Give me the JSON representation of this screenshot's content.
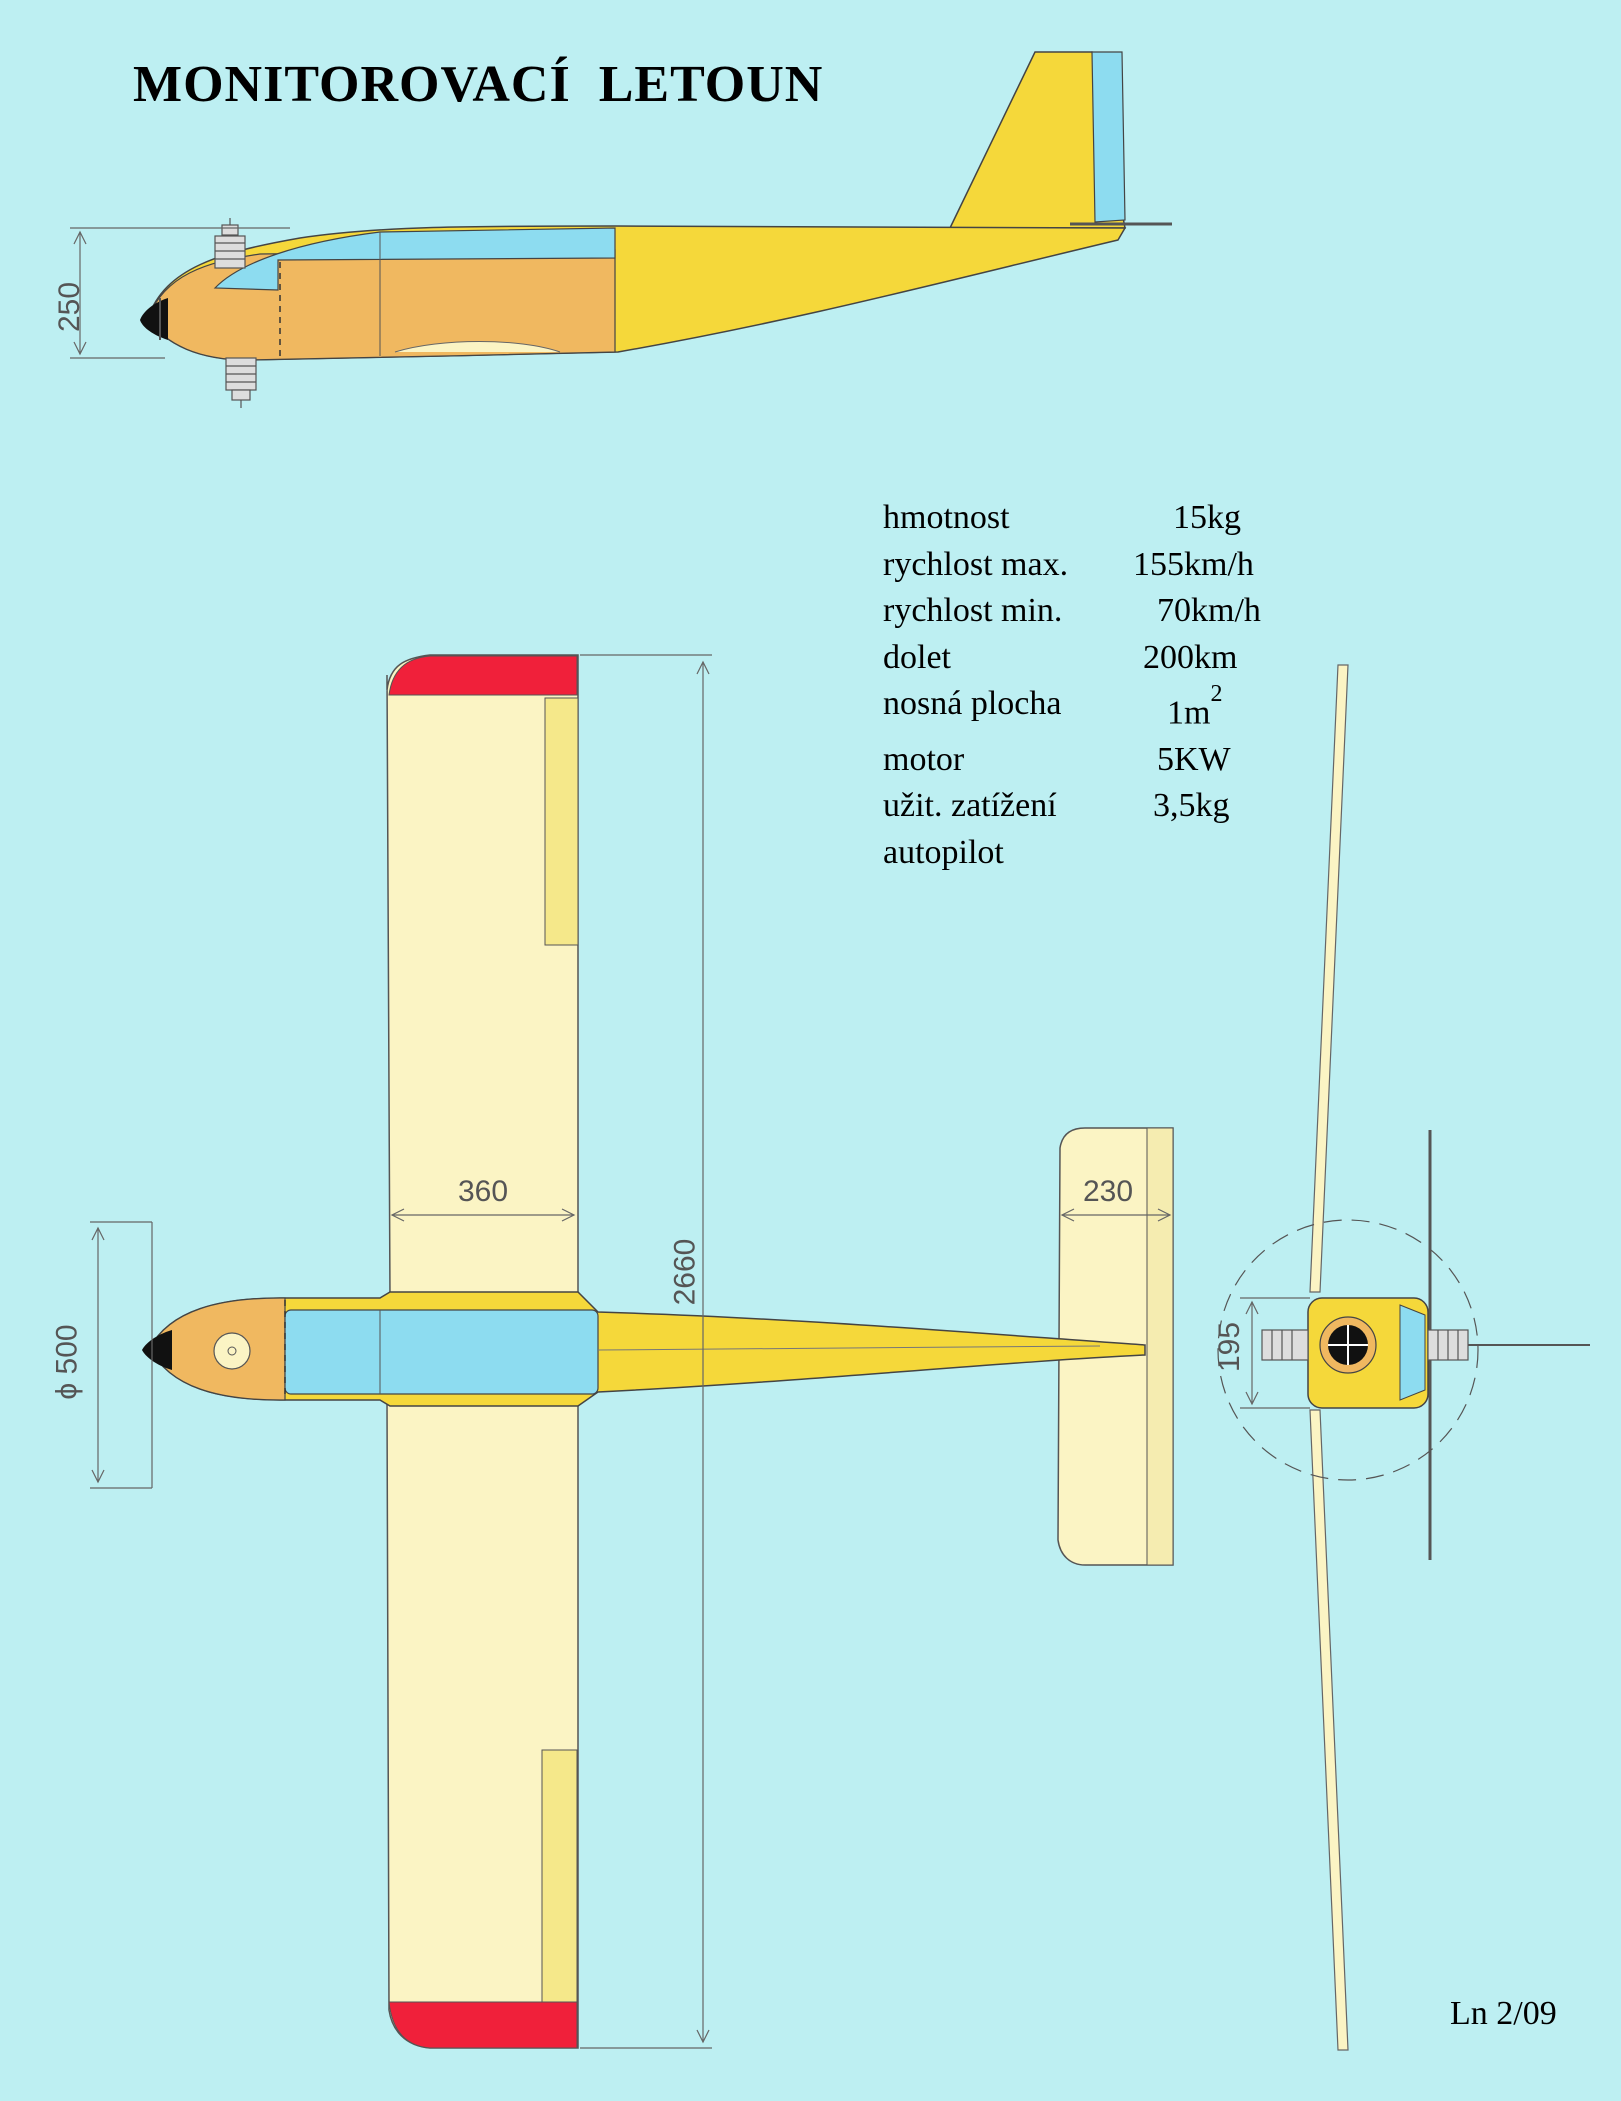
{
  "title": "MONITOROVACÍ  LETOUN",
  "specs": [
    {
      "label": "hmotnost",
      "value": "15kg"
    },
    {
      "label": "rychlost max.",
      "value": "155km/h"
    },
    {
      "label": "rychlost min.",
      "value": "70km/h"
    },
    {
      "label": "dolet",
      "value": "200km"
    },
    {
      "label": "nosná plocha",
      "value": "1m",
      "sup": "2"
    },
    {
      "label": "motor",
      "value": "5KW"
    },
    {
      "label": "užit. zatížení",
      "value": "3,5kg"
    },
    {
      "label": "autopilot",
      "value": ""
    }
  ],
  "dimensions": {
    "fuselage_height": "250",
    "wing_chord": "360",
    "wingspan": "2660",
    "stabilizer_chord": "230",
    "propeller_diameter": "ϕ 500",
    "front_height": "195"
  },
  "sheet_number": "Ln 2/09",
  "colors": {
    "background": "#bdeff2",
    "fuselage_yellow": "#f5d83a",
    "fuselage_orange": "#f0b860",
    "canopy_blue": "#8ddcf0",
    "wing_cream": "#fbf4c4",
    "wing_tip_red": "#f0203a",
    "spinner": "#111111"
  }
}
